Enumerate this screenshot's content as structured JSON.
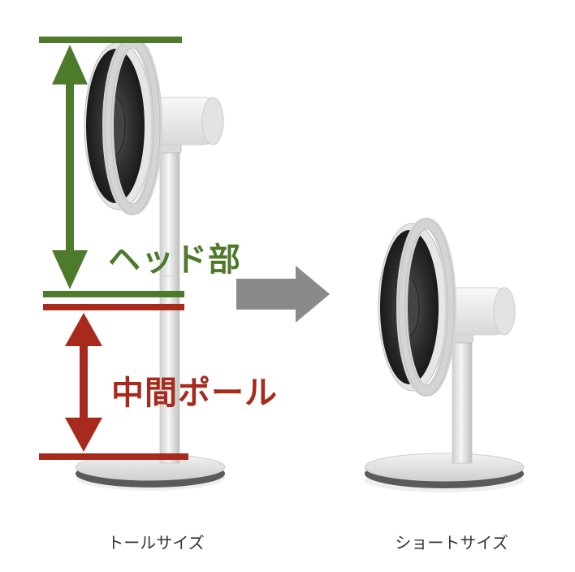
{
  "labels": {
    "head": "ヘッド部",
    "pole": "中間ポール"
  },
  "captions": {
    "tall": "トールサイズ",
    "short": "ショートサイズ"
  },
  "colors": {
    "head_marker": "#4e7a2c",
    "pole_marker": "#a72a1c",
    "arrow": "#8a8a8a",
    "fan_body": "#e9e9e9",
    "fan_dark": "#3a3a3a"
  }
}
